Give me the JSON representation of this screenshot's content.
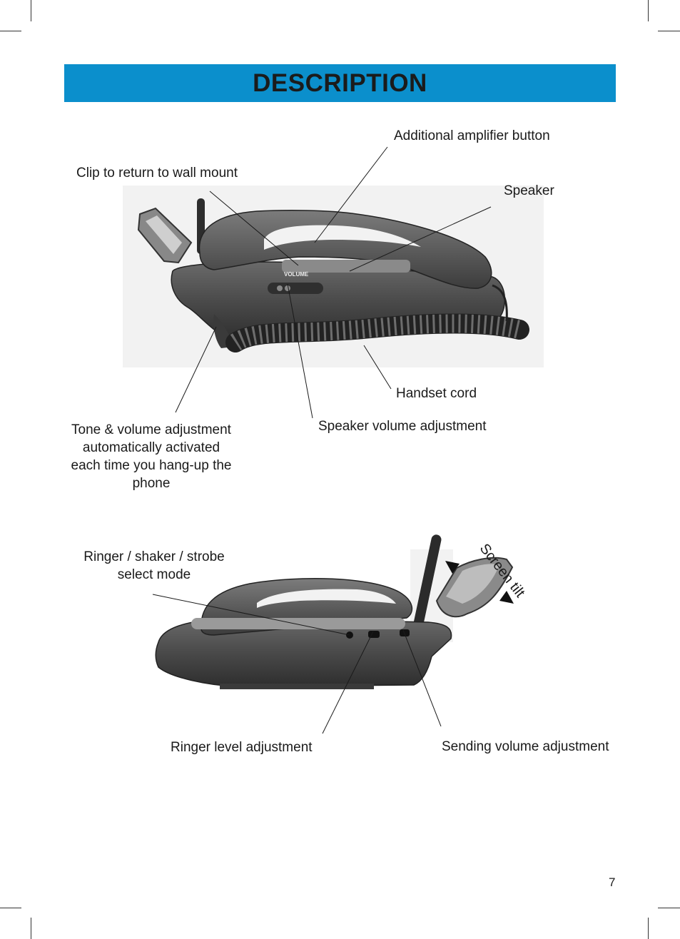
{
  "header": {
    "title": "DESCRIPTION"
  },
  "top_figure": {
    "labels": {
      "amplifier": "Additional amplifier button",
      "clip": "Clip to return to wall mount",
      "speaker": "Speaker",
      "handset_cord": "Handset cord",
      "speaker_volume": "Speaker volume adjustment",
      "tone_volume_1": "Tone & volume adjustment",
      "tone_volume_2": "automatically activated",
      "tone_volume_3": "each time you hang-up the",
      "tone_volume_4": "phone",
      "volume_print": "VOLUME"
    }
  },
  "bottom_figure": {
    "labels": {
      "ringer_mode_1": "Ringer / shaker / strobe",
      "ringer_mode_2": "select mode",
      "screen_tilt": "Screen tilt",
      "ringer_level": "Ringer level adjustment",
      "sending_volume": "Sending volume adjustment"
    }
  },
  "footer": {
    "page_number": "7"
  }
}
